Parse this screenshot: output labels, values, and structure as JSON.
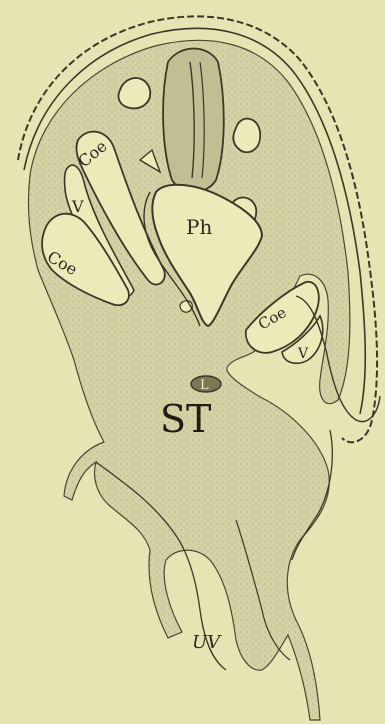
{
  "figure": {
    "colors": {
      "paper": "#e6e4b3",
      "tissue": "#d3d0a3",
      "tissue_dark": "#b9b58c",
      "ink": "#3a3826"
    },
    "labels": {
      "coe_upper": "Coe",
      "v_upper": "V",
      "coe_left": "Coe",
      "ph": "Ph",
      "coe_right": "Coe",
      "v_right": "V",
      "lumen": "L",
      "st": "ST",
      "uv": "UV"
    }
  }
}
